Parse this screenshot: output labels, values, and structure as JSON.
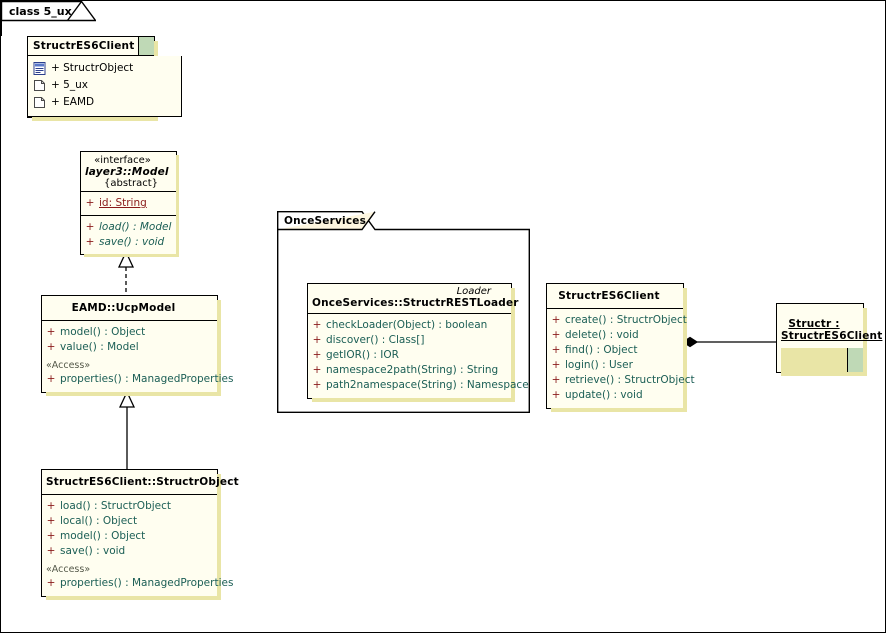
{
  "diagram": {
    "frame_label": "class 5_ux",
    "canvas_bg": "#ffffff",
    "class_fill": "#fffef0",
    "strip_fill": "#bfd9b6",
    "shadow_fill": "#e9e5a6",
    "attr_color": "#8a1a1a",
    "op_color": "#1b5e55"
  },
  "package_box": {
    "name": "StructrES6Client",
    "items": [
      {
        "icon": "class-diagram-icon",
        "label": "+ StructrObject"
      },
      {
        "icon": "package-diagram-icon",
        "label": "+ 5_ux"
      },
      {
        "icon": "package-diagram-icon",
        "label": "+ EAMD"
      }
    ]
  },
  "interface_model": {
    "stereotype": "«interface»",
    "name": "layer3::Model",
    "modifier": "{abstract}",
    "attributes": [
      {
        "visibility": "+",
        "signature": "id:  String"
      }
    ],
    "operations": [
      {
        "visibility": "+",
        "signature": "load() : Model"
      },
      {
        "visibility": "+",
        "signature": "save() : void"
      }
    ]
  },
  "ucp_model": {
    "name": "EAMD::UcpModel",
    "operations": [
      {
        "visibility": "+",
        "signature": "model() : Object"
      },
      {
        "visibility": "+",
        "signature": "value() : Model"
      }
    ],
    "access_label": "«Access»",
    "access_operations": [
      {
        "visibility": "+",
        "signature": "properties() : ManagedProperties"
      }
    ]
  },
  "structr_object": {
    "name": "StructrES6Client::StructrObject",
    "operations": [
      {
        "visibility": "+",
        "signature": "load() : StructrObject"
      },
      {
        "visibility": "+",
        "signature": "local() : Object"
      },
      {
        "visibility": "+",
        "signature": "model() : Object"
      },
      {
        "visibility": "+",
        "signature": "save() : void"
      }
    ],
    "access_label": "«Access»",
    "access_operations": [
      {
        "visibility": "+",
        "signature": "properties() : ManagedProperties"
      }
    ]
  },
  "once_services_package": {
    "name": "OnceServices"
  },
  "rest_loader": {
    "stereotype": "Loader",
    "name": "OnceServices::StructrRESTLoader",
    "operations": [
      {
        "visibility": "+",
        "signature": "checkLoader(Object) : boolean"
      },
      {
        "visibility": "+",
        "signature": "discover() : Class[]"
      },
      {
        "visibility": "+",
        "signature": "getIOR() : IOR"
      },
      {
        "visibility": "+",
        "signature": "namespace2path(String) : String"
      },
      {
        "visibility": "+",
        "signature": "path2namespace(String) : Namespace"
      }
    ]
  },
  "es6_client": {
    "name": "StructrES6Client",
    "operations": [
      {
        "visibility": "+",
        "signature": "create() : StructrObject"
      },
      {
        "visibility": "+",
        "signature": "delete() : void"
      },
      {
        "visibility": "+",
        "signature": "find() : Object"
      },
      {
        "visibility": "+",
        "signature": "login() : User"
      },
      {
        "visibility": "+",
        "signature": "retrieve() : StructrObject"
      },
      {
        "visibility": "+",
        "signature": "update() : void"
      }
    ]
  },
  "structr_instance": {
    "line1": "Structr :",
    "line2": "StructrES6Client"
  },
  "connectors": [
    {
      "name": "realization-ucpmodel-to-model",
      "type": "realization",
      "style": "dashed",
      "head": "hollow-triangle"
    },
    {
      "name": "generalization-structrobject-to-ucpmodel",
      "type": "generalization",
      "style": "solid",
      "head": "hollow-triangle"
    },
    {
      "name": "composition-structr-to-es6client",
      "type": "composition",
      "style": "solid",
      "head": "filled-diamond"
    }
  ]
}
